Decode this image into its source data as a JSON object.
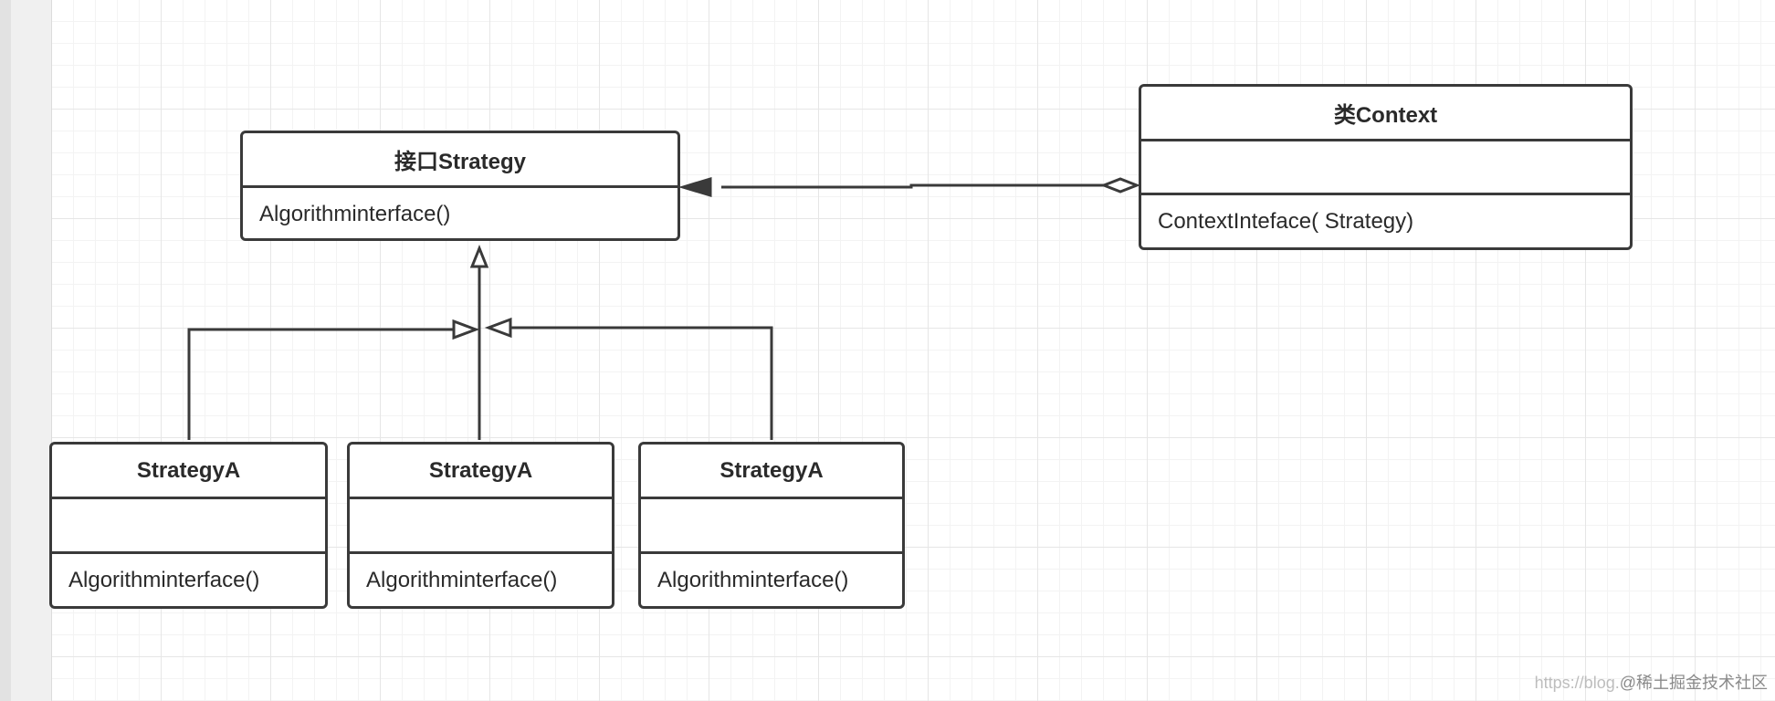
{
  "diagram": {
    "strategy_interface": {
      "name": "接口Strategy",
      "methods": [
        "Algorithminterface()"
      ]
    },
    "context_class": {
      "name": "类Context",
      "attributes": [],
      "methods": [
        "ContextInteface( Strategy)"
      ]
    },
    "concrete_strategies": [
      {
        "name": "StrategyA",
        "attributes": [],
        "methods": [
          "Algorithminterface()"
        ]
      },
      {
        "name": "StrategyA",
        "attributes": [],
        "methods": [
          "Algorithminterface()"
        ]
      },
      {
        "name": "StrategyA",
        "attributes": [],
        "methods": [
          "Algorithminterface()"
        ]
      }
    ],
    "relationships": [
      {
        "type": "aggregation",
        "from": "类Context",
        "to": "接口Strategy"
      },
      {
        "type": "realization",
        "from": "StrategyA (1)",
        "to": "接口Strategy"
      },
      {
        "type": "realization",
        "from": "StrategyA (2)",
        "to": "接口Strategy"
      },
      {
        "type": "realization",
        "from": "StrategyA (3)",
        "to": "接口Strategy"
      }
    ]
  },
  "watermark": {
    "url": "https://blog.",
    "brand": "@稀土掘金技术社区"
  },
  "colors": {
    "line": "#3a3a3a",
    "grid_major": "#e6e6e6",
    "grid_minor": "#f3f3f3"
  }
}
